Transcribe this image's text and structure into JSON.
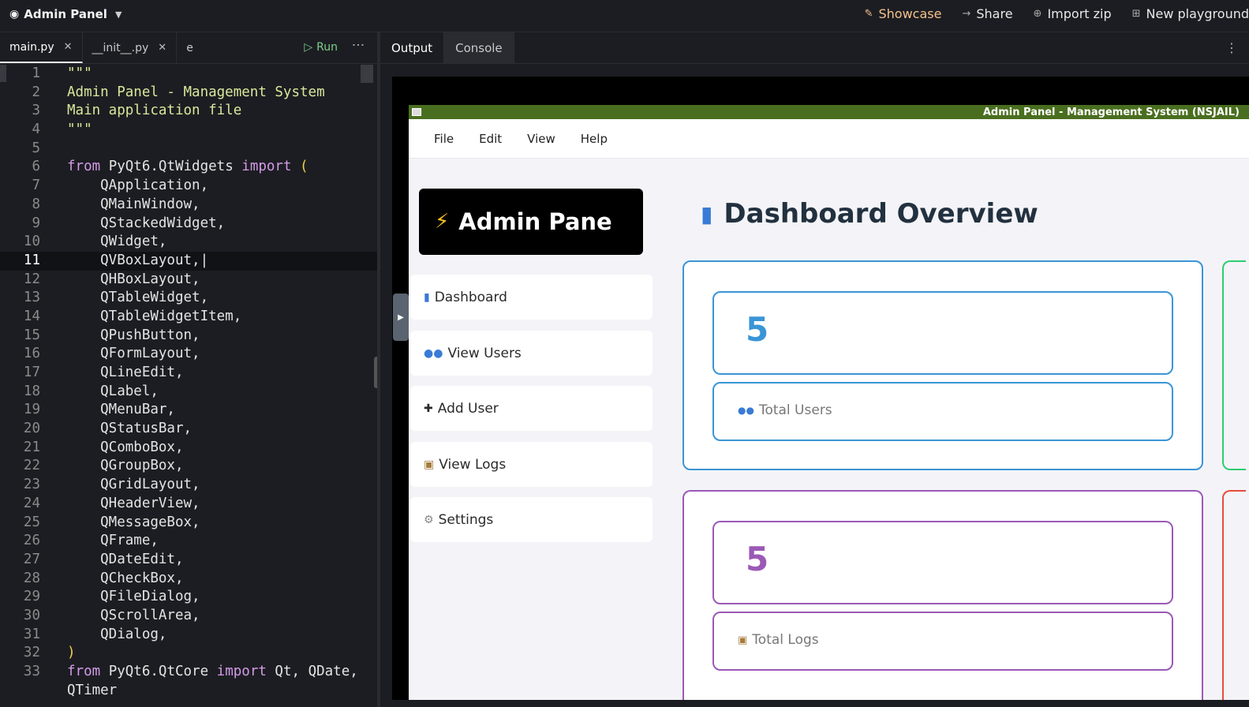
{
  "app": {
    "title": "Admin Panel"
  },
  "top_actions": [
    {
      "label": "Showcase",
      "icon": "pencil-icon"
    },
    {
      "label": "Share",
      "icon": "share-icon"
    },
    {
      "label": "Import zip",
      "icon": "import-icon"
    },
    {
      "label": "New playground",
      "icon": "plus-icon"
    }
  ],
  "editor": {
    "tabs": [
      {
        "label": "main.py"
      },
      {
        "label": "__init__.py"
      },
      {
        "label": "e"
      }
    ],
    "run_label": "Run",
    "lines": [
      {
        "n": "1",
        "text": "\"\"\""
      },
      {
        "n": "2",
        "text": "Admin Panel - Management System"
      },
      {
        "n": "3",
        "text": "Main application file"
      },
      {
        "n": "4",
        "text": "\"\"\""
      },
      {
        "n": "5",
        "text": ""
      },
      {
        "n": "6",
        "kw1": "from",
        "mod": " PyQt6.QtWidgets ",
        "kw2": "import",
        "paren": "("
      },
      {
        "n": "7",
        "text": "    QApplication,"
      },
      {
        "n": "8",
        "text": "    QMainWindow,"
      },
      {
        "n": "9",
        "text": "    QStackedWidget,"
      },
      {
        "n": "10",
        "text": "    QWidget,"
      },
      {
        "n": "11",
        "text": "    QVBoxLayout,|"
      },
      {
        "n": "12",
        "text": "    QHBoxLayout,"
      },
      {
        "n": "13",
        "text": "    QTableWidget,"
      },
      {
        "n": "14",
        "text": "    QTableWidgetItem,"
      },
      {
        "n": "15",
        "text": "    QPushButton,"
      },
      {
        "n": "16",
        "text": "    QFormLayout,"
      },
      {
        "n": "17",
        "text": "    QLineEdit,"
      },
      {
        "n": "18",
        "text": "    QLabel,"
      },
      {
        "n": "19",
        "text": "    QMenuBar,"
      },
      {
        "n": "20",
        "text": "    QStatusBar,"
      },
      {
        "n": "21",
        "text": "    QComboBox,"
      },
      {
        "n": "22",
        "text": "    QGroupBox,"
      },
      {
        "n": "23",
        "text": "    QGridLayout,"
      },
      {
        "n": "24",
        "text": "    QHeaderView,"
      },
      {
        "n": "25",
        "text": "    QMessageBox,"
      },
      {
        "n": "26",
        "text": "    QFrame,"
      },
      {
        "n": "27",
        "text": "    QDateEdit,"
      },
      {
        "n": "28",
        "text": "    QCheckBox,"
      },
      {
        "n": "29",
        "text": "    QFileDialog,"
      },
      {
        "n": "30",
        "text": "    QScrollArea,"
      },
      {
        "n": "31",
        "text": "    QDialog,"
      },
      {
        "n": "32",
        "paren": ")"
      },
      {
        "n": "33",
        "kw1": "from",
        "mod": " PyQt6.QtCore ",
        "kw2": "import",
        "rest": " Qt, QDate,"
      },
      {
        "n": "",
        "text": "QTimer"
      }
    ]
  },
  "output": {
    "tabs": [
      {
        "label": "Output"
      },
      {
        "label": "Console"
      }
    ],
    "window_title": "Admin Panel - Management System (NSJAIL)",
    "menu": [
      "File",
      "Edit",
      "View",
      "Help"
    ],
    "sidebar_title": "Admin Pane",
    "nav": [
      {
        "label": "Dashboard",
        "icon": "chart-icon"
      },
      {
        "label": "View Users",
        "icon": "users-icon"
      },
      {
        "label": "Add User",
        "icon": "plus-icon"
      },
      {
        "label": "View Logs",
        "icon": "clipboard-icon"
      },
      {
        "label": "Settings",
        "icon": "gear-icon"
      }
    ],
    "dashboard_title": "Dashboard Overview",
    "cards": [
      {
        "value": "5",
        "label": "Total Users",
        "color": "#3a95d6",
        "icon": "users-icon"
      },
      {
        "value": "5",
        "label": "Total Logs",
        "color": "#9b59b6",
        "icon": "clipboard-icon"
      }
    ],
    "partial_card_colors": [
      "#2ecc71",
      "#e74c3c"
    ]
  }
}
